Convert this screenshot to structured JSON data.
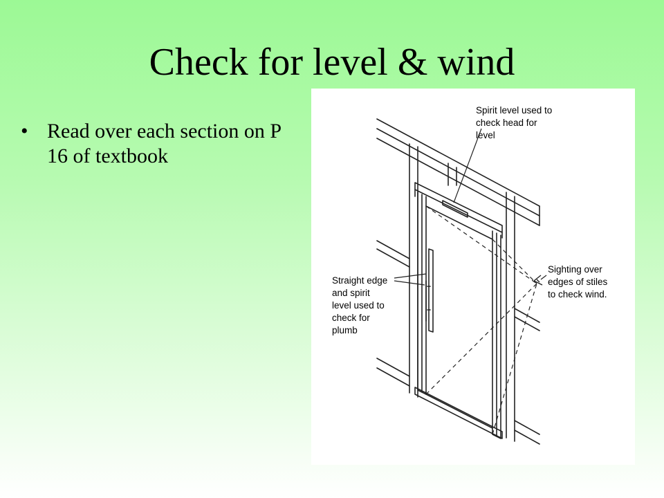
{
  "slide": {
    "title": "Check for level & wind",
    "bullets": [
      "Read over each section on P 16 of textbook"
    ]
  },
  "figure": {
    "callouts": {
      "spirit_level_head": [
        "Spirit level used to",
        "check head for",
        "level"
      ],
      "sighting_wind": [
        "Sighting over",
        "edges of stiles",
        "to check wind."
      ],
      "straight_edge_plumb": [
        "Straight edge",
        "and spirit",
        "level used to",
        "check for",
        "plumb"
      ]
    }
  },
  "colors": {
    "background_top": "#9cf995",
    "background_bottom": "#ffffff",
    "line_art": "#222222"
  }
}
